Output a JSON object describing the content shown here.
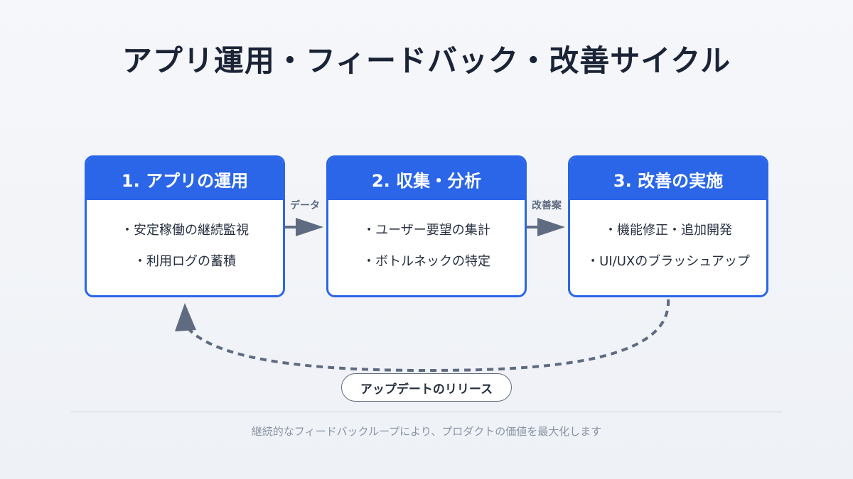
{
  "title": "アプリ運用・フィードバック・改善サイクル",
  "steps": [
    {
      "header": "1. アプリの運用",
      "items": [
        "・安定稼働の継続監視",
        "・利用ログの蓄積"
      ]
    },
    {
      "header": "2. 収集・分析",
      "items": [
        "・ユーザー要望の集計",
        "・ボトルネックの特定"
      ]
    },
    {
      "header": "3. 改善の実施",
      "items": [
        "・機能修正・追加開発",
        "・UI/UXのブラッシュアップ"
      ]
    }
  ],
  "connectors": [
    {
      "label": "データ"
    },
    {
      "label": "改善案"
    }
  ],
  "loop": {
    "label": "アップデートのリリース"
  },
  "footer": "継続的なフィードバックループにより、プロダクトの価値を最大化します",
  "colors": {
    "accent": "#2b66e8",
    "arrow": "#5f6b80",
    "title": "#1b2436",
    "footer_text": "#8a94a6"
  }
}
